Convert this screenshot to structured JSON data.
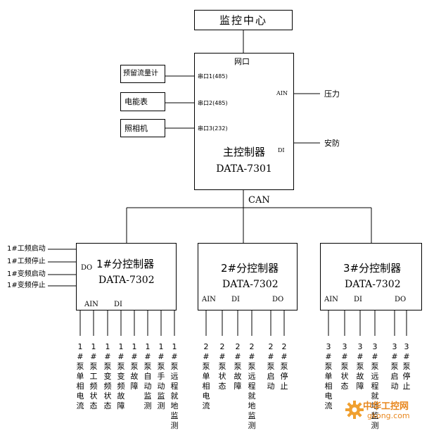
{
  "monitor_center": "监控中心",
  "main_controller": {
    "net_port": "网口",
    "port1": "串口1(485)",
    "port2": "串口2(485)",
    "port3": "串口3(232)",
    "ain": "AIN",
    "di": "DI",
    "name": "主控制器",
    "model": "DATA-7301"
  },
  "left_devices": [
    "预留流量计",
    "电能表",
    "照相机"
  ],
  "right_devices": [
    "压力",
    "安防"
  ],
  "bus_label": "CAN",
  "sub1": {
    "name": "1#分控制器",
    "model": "DATA-7302",
    "do": "DO",
    "ain": "AIN",
    "di": "DI",
    "inputs": [
      "1#工频启动",
      "1#工频停止",
      "1#变频启动",
      "1#变频停止"
    ],
    "signals": [
      "1#泵单相电流",
      "1#泵工频状态",
      "1#泵变频状态",
      "1#泵变频故障",
      "1#泵故障",
      "1#泵自动监测",
      "1#泵手动监测",
      "1#泵远程就地监测"
    ]
  },
  "sub2": {
    "name": "2#分控制器",
    "model": "DATA-7302",
    "ain": "AIN",
    "di": "DI",
    "do": "DO",
    "signals": [
      "2#泵单相电流",
      "2#泵状态",
      "2#泵故障",
      "2#泵远程就地监测",
      "2#泵启动",
      "2#泵停止"
    ]
  },
  "sub3": {
    "name": "3#分控制器",
    "model": "DATA-7302",
    "ain": "AIN",
    "di": "DI",
    "do": "DO",
    "signals": [
      "3#泵单相电流",
      "3#泵状态",
      "3#泵故障",
      "3#泵远程就地监测",
      "3#泵启动",
      "3#泵停止"
    ]
  },
  "watermark": {
    "text1": "中华工控网",
    "text2": "gkong.com",
    "icon": "gear-icon"
  }
}
